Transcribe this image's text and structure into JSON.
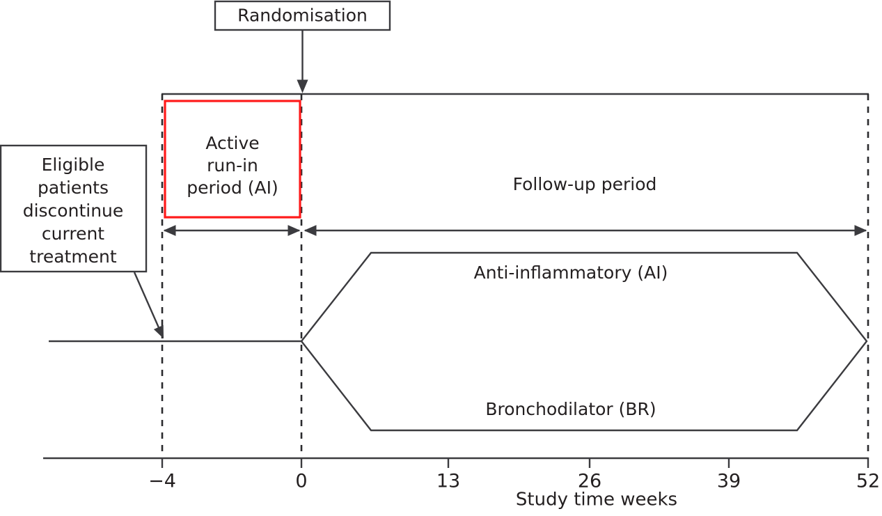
{
  "figure": {
    "type": "study-design-timeline",
    "title_text": "",
    "background_color": "#ffffff",
    "line_color": "#3b3b3f",
    "accent_color": "#ff1a1a",
    "text_color": "#231f20"
  },
  "boxes": {
    "randomisation": {
      "label": "Randomisation",
      "border_color": "#3b3b3f"
    },
    "eligible": {
      "lines": [
        "Eligible",
        "patients",
        "discontinue",
        "current",
        "treatment"
      ],
      "border_color": "#3b3b3f"
    },
    "run_in": {
      "lines": [
        "Active",
        "run-in",
        "period (AI)"
      ],
      "border_color": "#ff1a1a"
    }
  },
  "periods": {
    "run_in_label": "Active run-in period (AI)",
    "run_in_span_weeks": [
      -4,
      0
    ],
    "follow_up_label": "Follow-up period",
    "follow_up_span_weeks": [
      0,
      52
    ]
  },
  "arms": [
    {
      "name": "anti-inflammatory",
      "label": "Anti-inflammatory (AI)"
    },
    {
      "name": "bronchodilator",
      "label": "Bronchodilator (BR)"
    }
  ],
  "axis": {
    "title": "Study time weeks",
    "ticks": [
      {
        "value": -4,
        "label": "−4"
      },
      {
        "value": 0,
        "label": "0"
      },
      {
        "value": 13,
        "label": "13"
      },
      {
        "value": 26,
        "label": "26"
      },
      {
        "value": 39,
        "label": "39"
      },
      {
        "value": 52,
        "label": "52"
      }
    ],
    "range_weeks": [
      -4,
      52
    ]
  },
  "chart_data": {
    "type": "table",
    "title": "Randomised controlled trial study design timeline",
    "xlabel": "Study time weeks",
    "ylabel": "",
    "xlim": [
      -4,
      52
    ],
    "grid": false,
    "legend": "none",
    "categories": [
      "−4",
      "0",
      "13",
      "26",
      "39",
      "52"
    ],
    "x": [
      -4,
      0,
      13,
      26,
      39,
      52
    ],
    "annotations": [
      "Randomisation",
      "Eligible patients discontinue current treatment",
      "Active run-in period (AI)",
      "Follow-up period",
      "Anti-inflammatory (AI)",
      "Bronchodilator (BR)",
      "Study time weeks"
    ],
    "series": [
      {
        "name": "Active run-in period (AI)",
        "start_week": -4,
        "end_week": 0,
        "values": [
          -4,
          0
        ]
      },
      {
        "name": "Follow-up period",
        "start_week": 0,
        "end_week": 52,
        "values": [
          0,
          52
        ]
      },
      {
        "name": "Anti-inflammatory (AI)",
        "start_week": 0,
        "end_week": 52,
        "values": [
          0,
          52
        ]
      },
      {
        "name": "Bronchodilator (BR)",
        "start_week": 0,
        "end_week": 52,
        "values": [
          0,
          52
        ]
      }
    ]
  }
}
